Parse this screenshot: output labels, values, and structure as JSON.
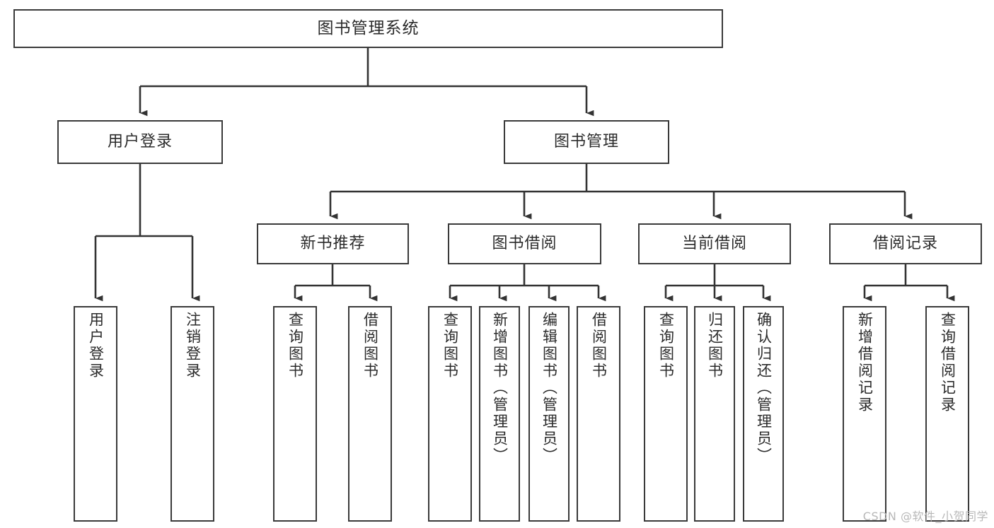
{
  "diagram": {
    "title": "图书管理系统",
    "type": "tree-hierarchy",
    "watermark": "CSDN @软件_小贺同学",
    "colors": {
      "box_border": "#3a3a3a",
      "box_fill": "#ffffff",
      "connector": "#333333",
      "text": "#2b2b2b",
      "watermark": "#b8b8b8",
      "background": "#ffffff"
    },
    "nodes": {
      "root": {
        "label": "图书管理系统"
      },
      "level2": [
        {
          "label": "用户登录"
        },
        {
          "label": "图书管理"
        }
      ],
      "level3": [
        {
          "label": "新书推荐"
        },
        {
          "label": "图书借阅"
        },
        {
          "label": "当前借阅"
        },
        {
          "label": "借阅记录"
        }
      ],
      "leaves": {
        "user_login": [
          {
            "label": "用户登录"
          },
          {
            "label": "注销登录"
          }
        ],
        "new_book_recommend": [
          {
            "label": "查询图书"
          },
          {
            "label": "借阅图书"
          }
        ],
        "book_borrow": [
          {
            "label": "查询图书"
          },
          {
            "label": "新增图书（管理员）"
          },
          {
            "label": "编辑图书（管理员）"
          },
          {
            "label": "借阅图书"
          }
        ],
        "current_borrow": [
          {
            "label": "查询图书"
          },
          {
            "label": "归还图书"
          },
          {
            "label": "确认归还（管理员）"
          }
        ],
        "borrow_record": [
          {
            "label": "新增借阅记录"
          },
          {
            "label": "查询借阅记录"
          }
        ]
      }
    }
  }
}
